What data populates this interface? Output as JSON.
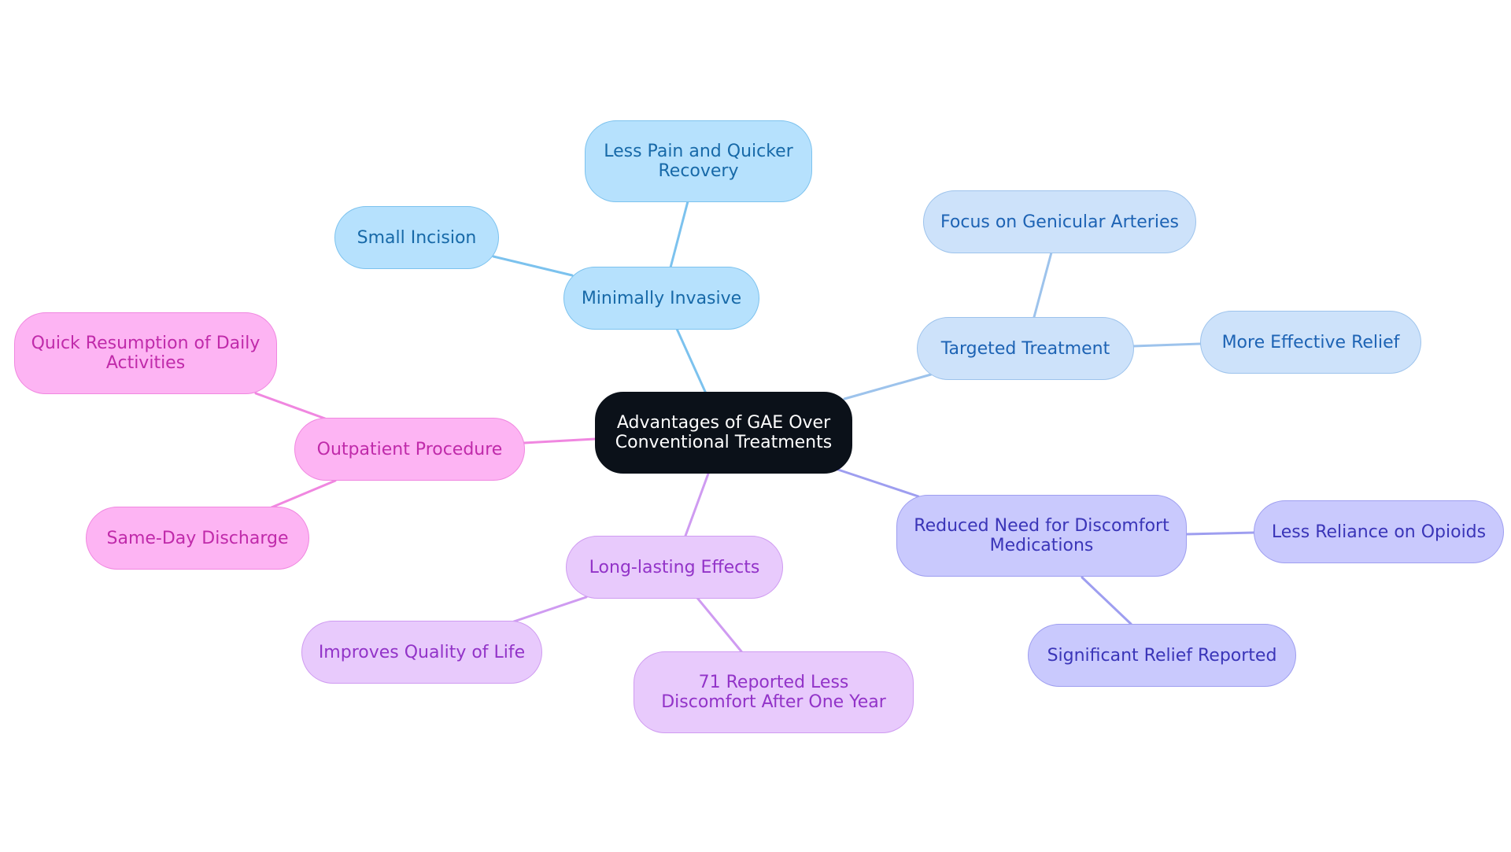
{
  "diagram": {
    "root": {
      "label": "Advantages of GAE Over Conventional Treatments"
    },
    "branches": [
      {
        "label": "Minimally Invasive",
        "color": "#7cc2ee",
        "children": [
          "Less Pain and Quicker Recovery",
          "Small Incision"
        ]
      },
      {
        "label": "Targeted Treatment",
        "color": "#9dc3ec",
        "children": [
          "Focus on Genicular Arteries",
          "More Effective Relief"
        ]
      },
      {
        "label": "Reduced Need for Discomfort Medications",
        "color": "#9e9ef0",
        "children": [
          "Less Reliance on Opioids",
          "Significant Relief Reported"
        ]
      },
      {
        "label": "Long-lasting Effects",
        "color": "#cf9bf1",
        "children": [
          "Improves Quality of Life",
          "71 Reported Less Discomfort After One Year"
        ]
      },
      {
        "label": "Outpatient Procedure",
        "color": "#f087e0",
        "children": [
          "Quick Resumption of Daily Activities",
          "Same-Day Discharge"
        ]
      }
    ]
  }
}
